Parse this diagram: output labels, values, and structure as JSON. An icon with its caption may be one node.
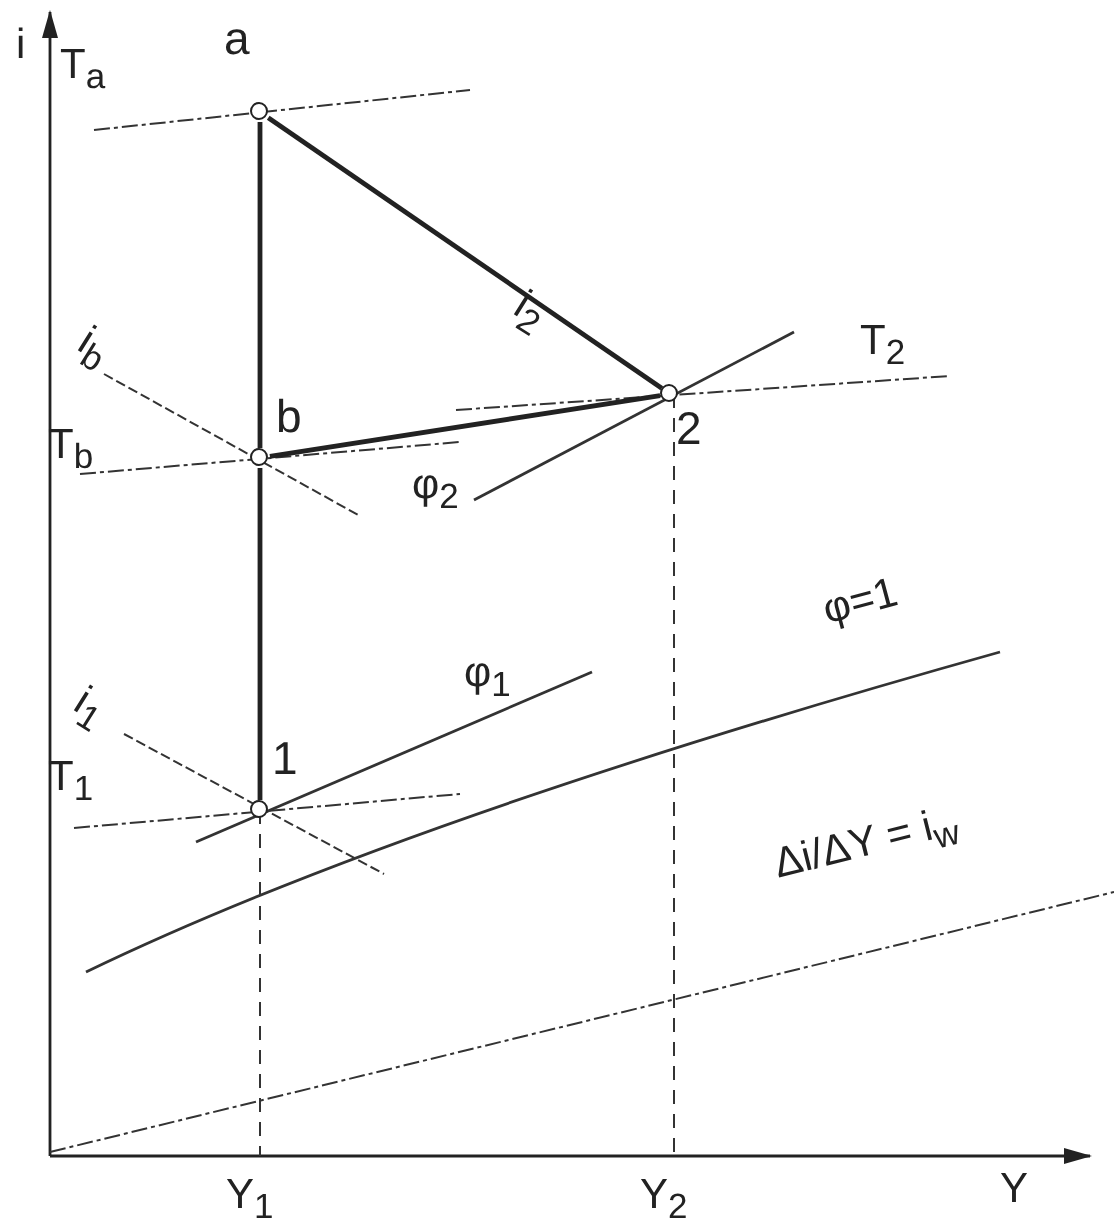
{
  "diagram": {
    "nodes": [
      {
        "text": [],
        "shape": "circle",
        "beside": [
          "a"
        ]
      },
      {
        "text": [],
        "shape": "circle",
        "beside": [
          "b"
        ]
      },
      {
        "text": [],
        "shape": "circle",
        "beside": [
          "2"
        ]
      },
      {
        "text": [],
        "shape": "circle",
        "beside": [
          "1"
        ]
      }
    ],
    "edges": [
      {
        "from": 0,
        "to": 1,
        "arrow": "none"
      },
      {
        "from": 0,
        "to": 2,
        "arrow": "none"
      },
      {
        "from": 1,
        "to": 2,
        "arrow": "none"
      },
      {
        "from": 1,
        "to": 3,
        "arrow": "none"
      }
    ],
    "labels": [
      "i",
      "T$_{a}$",
      "i$_{2}$",
      "i$_{b}$",
      "T$_{b}$",
      "φ$_{2}$",
      "T$_{2}$",
      "φ$_{1}$",
      "φ=1",
      "i$_{1}$",
      "T$_{1}$",
      "Δi/ΔY = i$_{w}$",
      "Y$_{1}$",
      "Y$_{2}$",
      "Y"
    ]
  }
}
